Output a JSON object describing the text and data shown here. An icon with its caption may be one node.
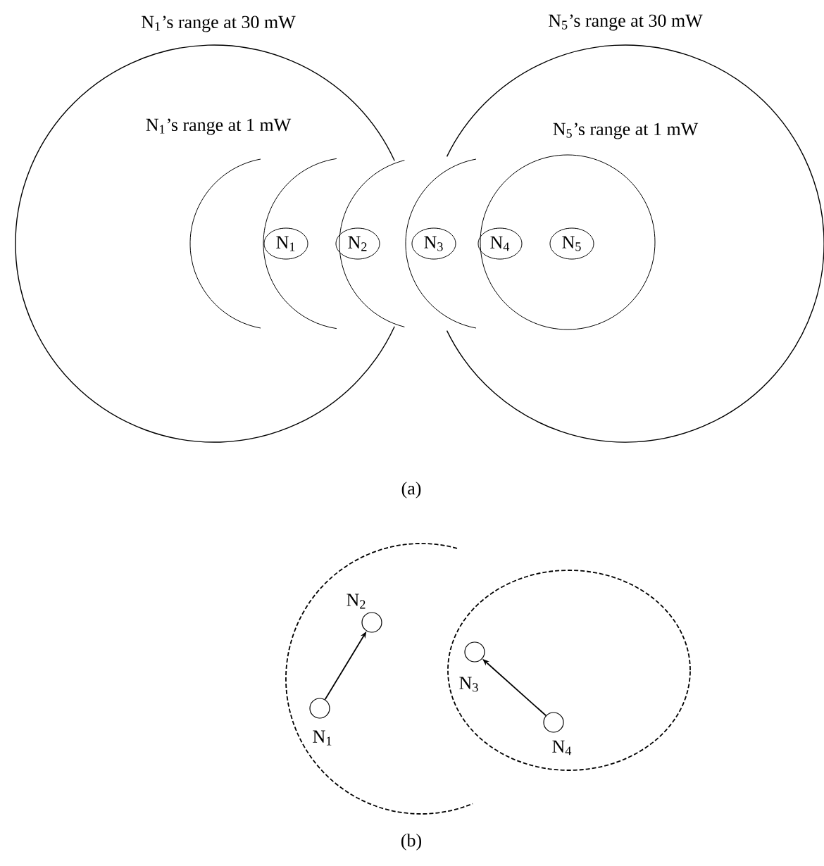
{
  "diagram": {
    "nodes": [
      {
        "text": [
          "N$_{1}$"
        ]
      },
      {
        "text": [
          "N$_{2}$"
        ]
      },
      {
        "text": [
          "N$_{3}$"
        ]
      },
      {
        "text": [
          "N$_{4}$"
        ]
      },
      {
        "text": [
          "N$_{5}$"
        ]
      },
      {
        "text": [],
        "shape": "circle",
        "beside": [
          "N$_{1}$"
        ]
      },
      {
        "text": [],
        "shape": "circle",
        "beside": [
          "N$_{2}$"
        ]
      },
      {
        "text": [],
        "shape": "circle",
        "beside": [
          "N$_{3}$"
        ]
      },
      {
        "text": [],
        "shape": "circle",
        "beside": [
          "N$_{4}$"
        ]
      }
    ],
    "edges": [
      {
        "from": 5,
        "to": 6,
        "arrow": "to"
      },
      {
        "from": 8,
        "to": 7,
        "arrow": "to"
      }
    ],
    "labels": [
      "N$_{1}$’s range at 30 mW",
      "N$_{5}$’s range at 30 mW",
      "N$_{1}$’s range at 1 mW",
      "N$_{5}$’s range at 1 mW",
      "(a)",
      "(b)"
    ]
  }
}
